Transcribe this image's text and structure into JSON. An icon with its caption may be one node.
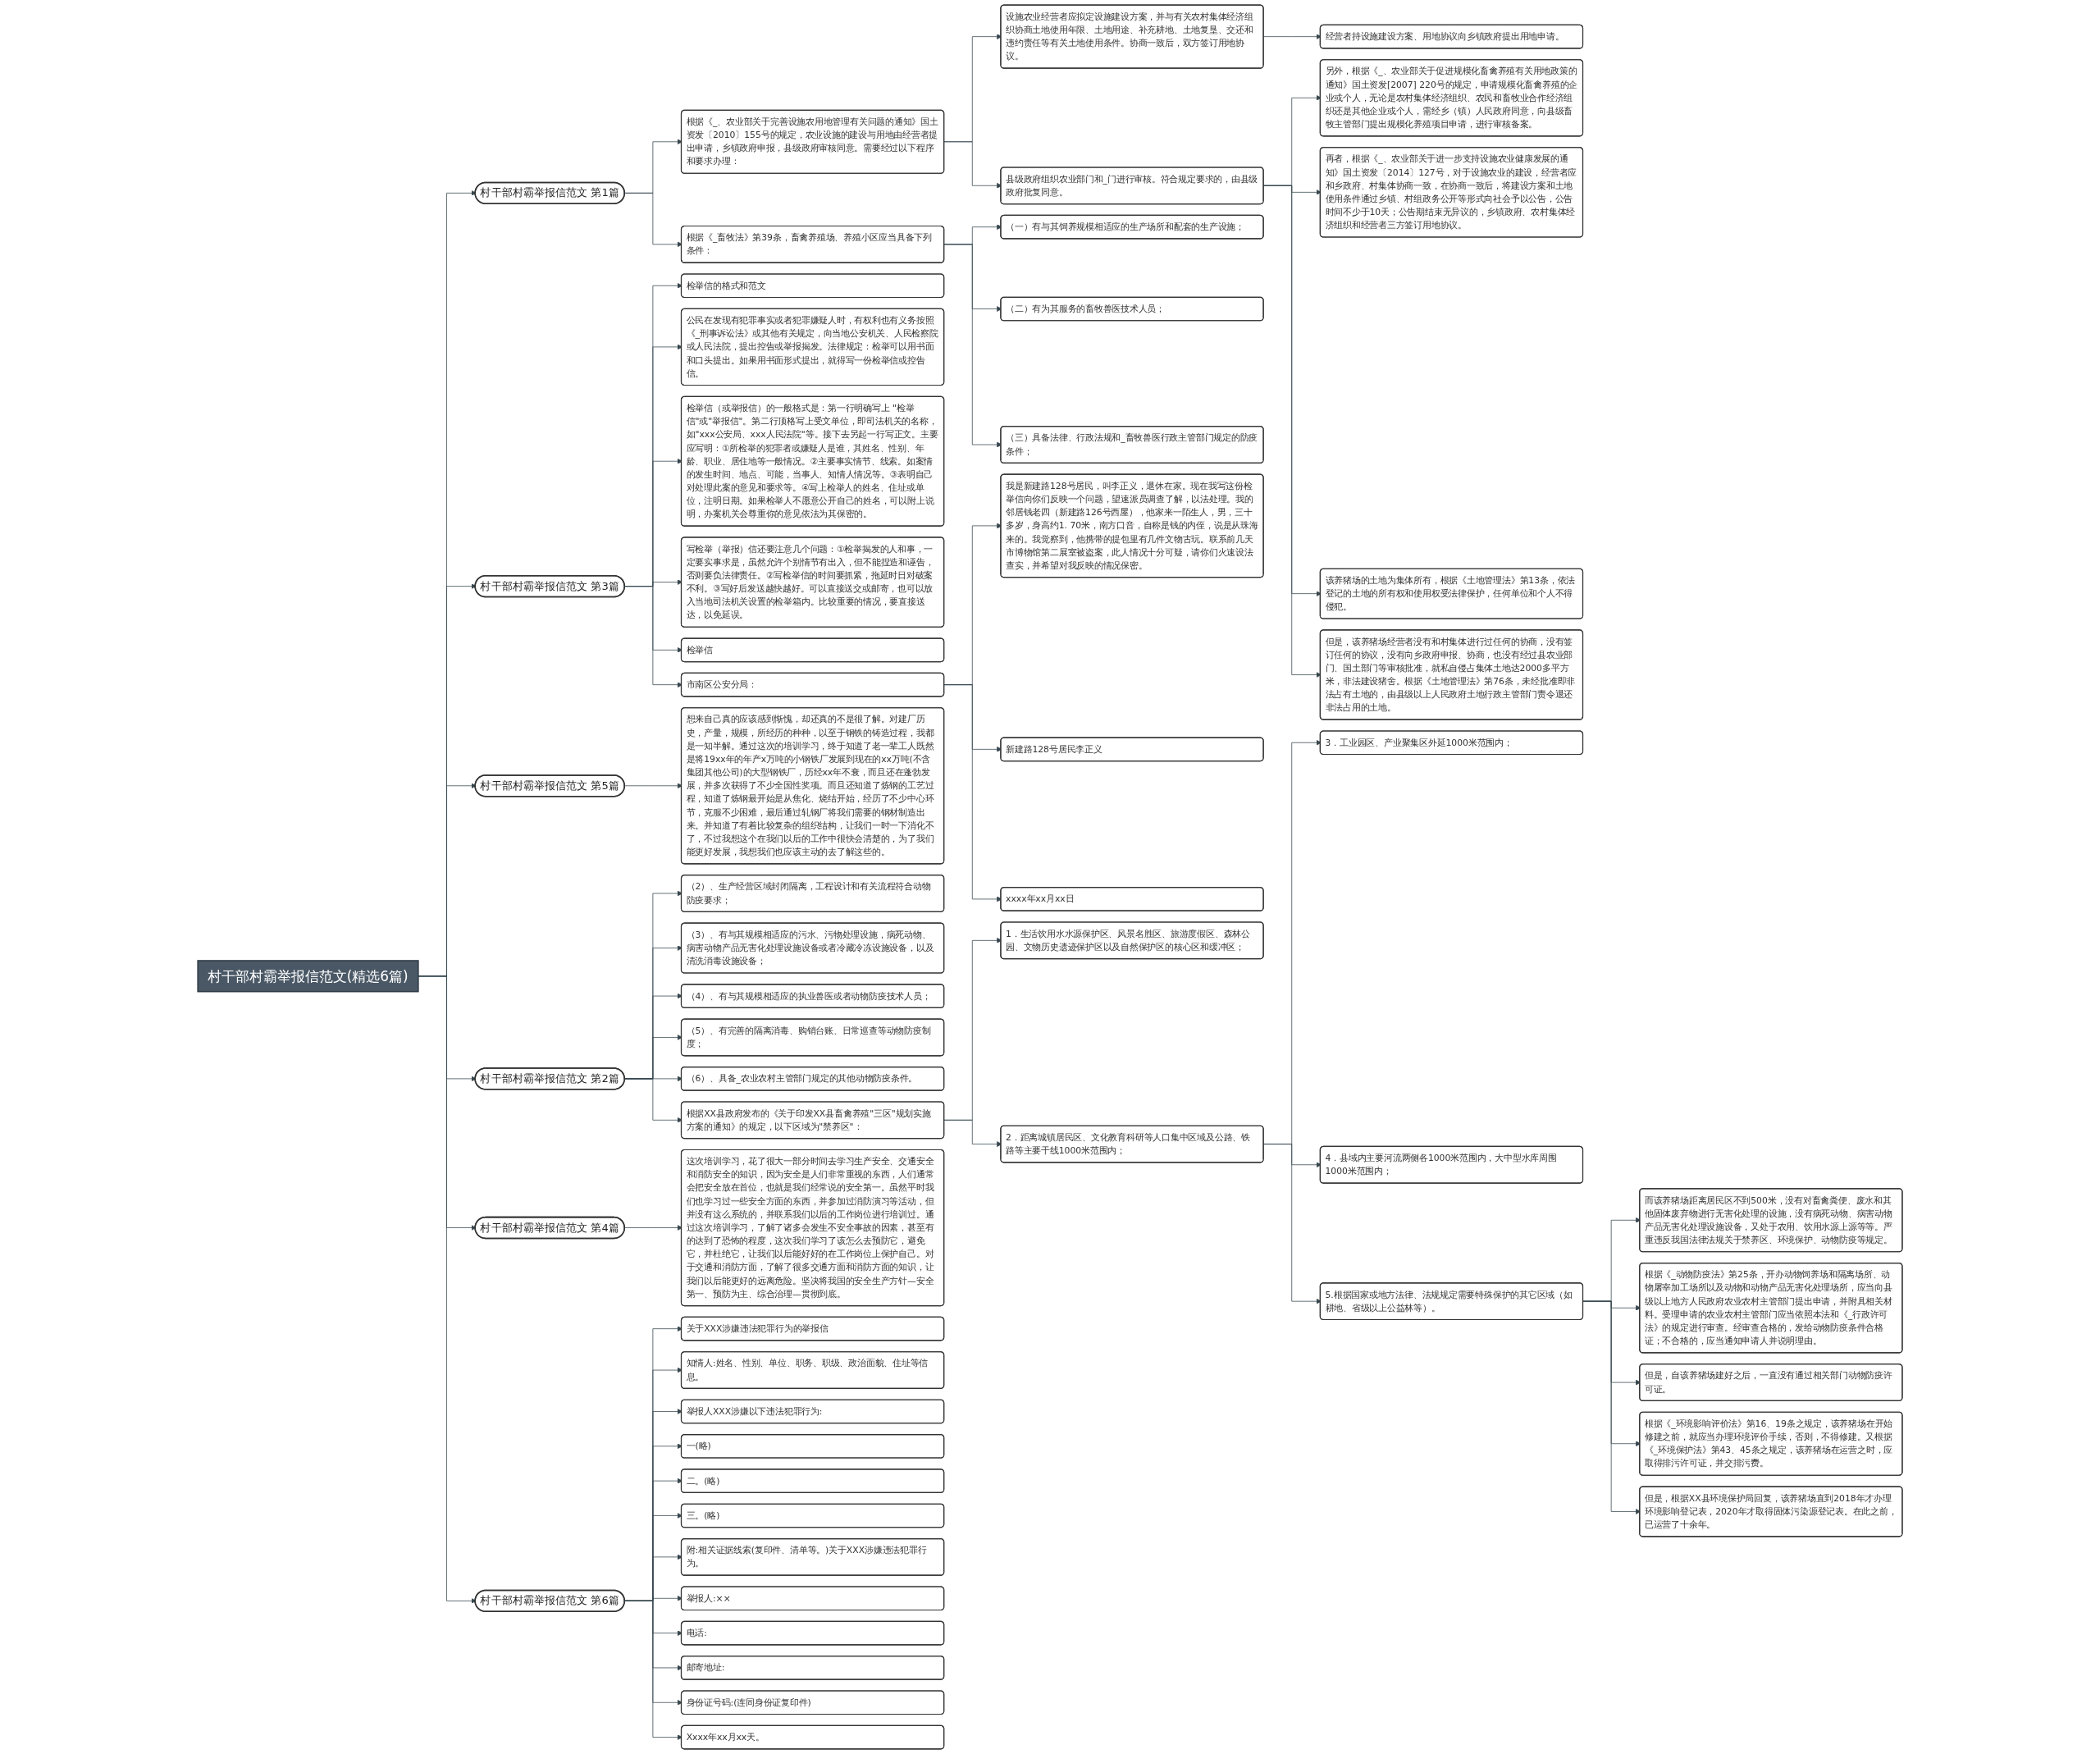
{
  "diagram": {
    "nodes": [
      {
        "text": [
          "村干部村霸举报信范文(精选6篇)"
        ]
      },
      {
        "text": [
          "村干部村霸举报信范文 第1篇"
        ]
      },
      {
        "text": [
          "根据《_、农业部关于完善设施农用地管理有关问题的通知》国土资发〔2010〕155号的规定，农业设施的建设与用地由经营者提出申请，乡镇政府申报，县级政府审核同意。需要经过以下程序和要求办理："
        ]
      },
      {
        "text": [
          "设施农业经营者应拟定设施建设方案，并与有关农村集体经济组织协商土地使用年限、土地用途、补充耕地、土地复垦、交还和违约责任等有关土地使用条件。协商一致后，双方签订用地协议。"
        ]
      },
      {
        "text": [
          "经营者持设施建设方案、用地协议向乡镇政府提出用地申请。"
        ]
      },
      {
        "text": [
          "县级政府组织农业部门和_门进行审核。符合规定要求的，由县级政府批复同意。"
        ]
      },
      {
        "text": [
          "另外，根据《_、农业部关于促进规模化畜禽养殖有关用地政策的通知》国土资发[2007] 220号的规定，申请规模化畜禽养殖的企业或个人，无论是农村集体经济组织、农民和畜牧业合作经济组织还是其他企业或个人，需经乡（镇）人民政府同意，向县级畜牧主管部门提出规模化养殖项目申请，进行审核备案。"
        ]
      },
      {
        "text": [
          "再者，根据《_、农业部关于进一步支持设施农业健康发展的通知》国土资发〔2014〕127号，对于设施农业的建设，经营者应和乡政府、村集体协商一致，在协商一致后，将建设方案和土地使用条件通过乡镇、村组政务公开等形式向社会予以公告，公告时间不少于10天；公告期结束无异议的，乡镇政府、农村集体经济组织和经营者三方签订用地协议。"
        ]
      },
      {
        "text": [
          "该养猪场的土地为集体所有，根据《土地管理法》第13条，依法登记的土地的所有权和使用权受法律保护，任何单位和个人不得侵犯。"
        ]
      },
      {
        "text": [
          "但是，该养猪场经营者没有和村集体进行过任何的协商，没有签订任何的协议，没有向乡政府申报、协商，也没有经过县农业部门、国土部门等审核批准，就私自侵占集体土地达2000多平方米，非法建设猪舍。根据《土地管理法》第76条，未经批准即非法占有土地的，由县级以上人民政府土地行政主管部门责令退还非法占用的土地。"
        ]
      },
      {
        "text": [
          "根据《_畜牧法》第39条，畜禽养殖场、养殖小区应当具备下列条件："
        ]
      },
      {
        "text": [
          "（一）有与其饲养规模相适应的生产场所和配套的生产设施；"
        ]
      },
      {
        "text": [
          "（二）有为其服务的畜牧兽医技术人员；"
        ]
      },
      {
        "text": [
          "（三）具备法律、行政法规和_畜牧兽医行政主管部门规定的防疫条件；"
        ]
      },
      {
        "text": [
          "村干部村霸举报信范文 第3篇"
        ]
      },
      {
        "text": [
          "检举信的格式和范文"
        ]
      },
      {
        "text": [
          "公民在发现有犯罪事实或者犯罪嫌疑人时，有权利也有义务按照《_刑事诉讼法》或其他有关规定，向当地公安机关、人民检察院或人民法院，提出控告或举报揭发。法律规定：检举可以用书面和口头提出。如果用书面形式提出，就得写一份检举信或控告信。"
        ]
      },
      {
        "text": [
          "检举信（或举报信）的一般格式是：第一行明确写上 \"检举信\"或\"举报信\"。第二行顶格写上受文单位，即司法机关的名称，如\"xxx公安局、xxx人民法院\"等。接下去另起一行写正文。主要应写明：①所检举的犯罪者或嫌疑人是谁，其姓名、性别、年龄、职业、居住地等一般情况。②主要事实情节、线索。如案情的发生时间、地点、可能，当事人、知情人情况等。③表明自己对处理此案的意见和要求等。④写上检举人的姓名、住址或单位，注明日期。如果检举人不愿意公开自己的姓名，可以附上说明，办案机关会尊重你的意见依法为其保密的。"
        ]
      },
      {
        "text": [
          "写检举（举报）信还要注意几个问题：①检举揭发的人和事，一定要实事求是，虽然允许个别情节有出入，但不能捏造和诬告，否则要负法律责任。②写检举信的时间要抓紧，拖延时日对破案不利。③写好后发送越快越好。可以直接送交或邮寄，也可以放入当地司法机关设置的检举箱内。比较重要的情况，要直接送达，以免延误。"
        ]
      },
      {
        "text": [
          "检举信"
        ]
      },
      {
        "text": [
          "市南区公安分局："
        ]
      },
      {
        "text": [
          "我是新建路128号居民，叫李正义，退休在家。现在我写这份检举信向你们反映一个问题，望速派员调查了解，以法处理。我的邻居钱老四（新建路126号西屋），他家来一陌生人，男，三十多岁，身高约1. 70米，南方口音，自称是钱的内侄，说是从珠海来的。我觉察到，他携带的提包里有几件文物古玩。联系前几天市博物馆第二展室被盗案，此人情况十分可疑，请你们火速设法查实，并希望对我反映的情况保密。"
        ]
      },
      {
        "text": [
          "新建路128号居民李正义"
        ]
      },
      {
        "text": [
          "xxxx年xx月xx日"
        ]
      },
      {
        "text": [
          "村干部村霸举报信范文 第5篇"
        ]
      },
      {
        "text": [
          "想来自己真的应该感到惭愧，却还真的不是很了解。对建厂历史，产量，规模，所经历的种种，以至于钢铁的铸造过程，我都是一知半解。通过这次的培训学习，终于知道了老一辈工人既然是将19xx年的年产x万吨的小钢铁厂发展到现在的xx万吨(不含集团其他公司)的大型钢铁厂，历经xx年不衰，而且还在蓬勃发展，并多次获得了不少全国性奖项。而且还知道了炼钢的工艺过程，知道了炼钢最开始是从焦化、烧结开始，经历了不少中心环节，克服不少困难，最后通过轧钢厂将我们需要的钢材制造出来。并知道了有着比较复杂的组织结构，让我们一时一下消化不了，不过我想这个在我们以后的工作中很快会清楚的，为了我们能更好发展，我想我们也应该主动的去了解这些的。"
        ]
      },
      {
        "text": [
          "村干部村霸举报信范文 第2篇"
        ]
      },
      {
        "text": [
          "（2）、生产经营区域封闭隔离，工程设计和有关流程符合动物防疫要求；"
        ]
      },
      {
        "text": [
          "（3）、有与其规模相适应的污水、污物处理设施，病死动物、病害动物产品无害化处理设施设备或者冷藏冷冻设施设备，以及清洗消毒设施设备；"
        ]
      },
      {
        "text": [
          "（4）、有与其规模相适应的执业兽医或者动物防疫技术人员；"
        ]
      },
      {
        "text": [
          "（5）、有完善的隔离消毒、购销台账、日常巡查等动物防疫制度；"
        ]
      },
      {
        "text": [
          "（6）、具备_农业农村主管部门规定的其他动物防疫条件。"
        ]
      },
      {
        "text": [
          "根据XX县政府发布的《关于印发XX县畜禽养殖\"三区\"规划实施方案的通知》的规定，以下区域为\"禁养区\"："
        ]
      },
      {
        "text": [
          "1．生活饮用水水源保护区、风景名胜区、旅游度假区、森林公园、文物历史遗迹保护区以及自然保护区的核心区和缓冲区；"
        ]
      },
      {
        "text": [
          "2．距离城镇居民区、文化教育科研等人口集中区域及公路、铁路等主要干线1000米范围内；"
        ]
      },
      {
        "text": [
          "3．工业园区、产业聚集区外延1000米范围内；"
        ]
      },
      {
        "text": [
          "4．县域内主要河流两侧各1000米范围内，大中型水库周围1000米范围内；"
        ]
      },
      {
        "text": [
          "5.根据国家或地方法律、法规规定需要特殊保护的其它区域（如耕地、省级以上公益林等）。"
        ]
      },
      {
        "text": [
          "而该养猪场距离居民区不到500米，没有对畜禽粪便、废水和其他固体废弃物进行无害化处理的设施，没有病死动物、病害动物产品无害化处理设施设备，又处于农用、饮用水源上源等等。严重违反我国法律法规关于禁养区、环境保护、动物防疫等规定。"
        ]
      },
      {
        "text": [
          "根据《_动物防疫法》第25条，开办动物饲养场和隔离场所、动物屠宰加工场所以及动物和动物产品无害化处理场所，应当向县级以上地方人民政府农业农村主管部门提出申请，并附具相关材料。受理申请的农业农村主管部门应当依照本法和《_行政许可法》的规定进行审查。经审查合格的，发给动物防疫条件合格证；不合格的，应当通知申请人并说明理由。"
        ]
      },
      {
        "text": [
          "但是，自该养猪场建好之后，一直没有通过相关部门动物防疫许可证。"
        ]
      },
      {
        "text": [
          "根据《_环境影响评价法》第16、19条之规定，该养猪场在开始修建之前，就应当办理环境评价手续，否则，不得修建。又根据《_环境保护法》第43、45条之规定，该养猪场在运营之时，应取得排污许可证，并交排污费。"
        ]
      },
      {
        "text": [
          "但是，根据XX县环境保护局回复，该养猪场直到2018年才办理环境影响登记表，2020年才取得固体污染源登记表。在此之前，已运营了十余年。"
        ]
      },
      {
        "text": [
          "村干部村霸举报信范文 第4篇"
        ]
      },
      {
        "text": [
          "这次培训学习，花了很大一部分时间去学习生产安全、交通安全和消防安全的知识，因为安全是人们非常重视的东西，人们通常会把安全放在首位，也就是我们经常说的安全第一。虽然平时我们也学习过一些安全方面的东西，并参加过消防演习等活动，但并没有这么系统的，并联系我们以后的工作岗位进行培训过。通过这次培训学习，了解了诸多会发生不安全事故的因素，甚至有的达到了恐怖的程度，这次我们学习了该怎么去预防它，避免它，并杜绝它，让我们以后能好好的在工作岗位上保护自己。对于交通和消防方面，了解了很多交通方面和消防方面的知识，让我们以后能更好的远离危险。坚决将我国的安全生产方针—安全第一、预防为主、综合治理—贯彻到底。"
        ]
      },
      {
        "text": [
          "村干部村霸举报信范文 第6篇"
        ]
      },
      {
        "text": [
          "关于XXX涉嫌违法犯罪行为的举报信"
        ]
      },
      {
        "text": [
          "知情人:姓名、性别、单位、职务、职级、政治面貌、住址等信息。"
        ]
      },
      {
        "text": [
          "举报人XXX涉嫌以下违法犯罪行为:"
        ]
      },
      {
        "text": [
          "一(略)"
        ]
      },
      {
        "text": [
          "二。(略)"
        ]
      },
      {
        "text": [
          "三。(略)"
        ]
      },
      {
        "text": [
          "附:相关证据线索(复印件、清单等。)关于XXX涉嫌违法犯罪行为。"
        ]
      },
      {
        "text": [
          "举报人:××"
        ]
      },
      {
        "text": [
          "电话:"
        ]
      },
      {
        "text": [
          "邮寄地址:"
        ]
      },
      {
        "text": [
          "身份证号码:(连同身份证复印件)"
        ]
      },
      {
        "text": [
          "Xxxx年xx月xx天。"
        ]
      }
    ],
    "edges": [
      {
        "from": 0,
        "to": 1,
        "arrow": "to"
      },
      {
        "from": 1,
        "to": 2,
        "arrow": "to"
      },
      {
        "from": 2,
        "to": 3,
        "arrow": "to"
      },
      {
        "from": 3,
        "to": 4,
        "arrow": "to"
      },
      {
        "from": 2,
        "to": 5,
        "arrow": "to"
      },
      {
        "from": 5,
        "to": 6,
        "arrow": "to"
      },
      {
        "from": 5,
        "to": 7,
        "arrow": "to"
      },
      {
        "from": 5,
        "to": 8,
        "arrow": "to"
      },
      {
        "from": 5,
        "to": 9,
        "arrow": "to"
      },
      {
        "from": 1,
        "to": 10,
        "arrow": "to"
      },
      {
        "from": 10,
        "to": 11,
        "arrow": "to"
      },
      {
        "from": 10,
        "to": 12,
        "arrow": "to"
      },
      {
        "from": 10,
        "to": 13,
        "arrow": "to"
      },
      {
        "from": 0,
        "to": 14,
        "arrow": "to"
      },
      {
        "from": 14,
        "to": 15,
        "arrow": "to"
      },
      {
        "from": 14,
        "to": 16,
        "arrow": "to"
      },
      {
        "from": 14,
        "to": 17,
        "arrow": "to"
      },
      {
        "from": 14,
        "to": 18,
        "arrow": "to"
      },
      {
        "from": 14,
        "to": 19,
        "arrow": "to"
      },
      {
        "from": 14,
        "to": 20,
        "arrow": "to"
      },
      {
        "from": 20,
        "to": 21,
        "arrow": "to"
      },
      {
        "from": 20,
        "to": 22,
        "arrow": "to"
      },
      {
        "from": 20,
        "to": 23,
        "arrow": "to"
      },
      {
        "from": 0,
        "to": 24,
        "arrow": "to"
      },
      {
        "from": 24,
        "to": 25,
        "arrow": "to"
      },
      {
        "from": 0,
        "to": 26,
        "arrow": "to"
      },
      {
        "from": 26,
        "to": 27,
        "arrow": "to"
      },
      {
        "from": 26,
        "to": 28,
        "arrow": "to"
      },
      {
        "from": 26,
        "to": 29,
        "arrow": "to"
      },
      {
        "from": 26,
        "to": 30,
        "arrow": "to"
      },
      {
        "from": 26,
        "to": 31,
        "arrow": "to"
      },
      {
        "from": 26,
        "to": 32,
        "arrow": "to"
      },
      {
        "from": 32,
        "to": 33,
        "arrow": "to"
      },
      {
        "from": 32,
        "to": 34,
        "arrow": "to"
      },
      {
        "from": 34,
        "to": 35,
        "arrow": "to"
      },
      {
        "from": 34,
        "to": 36,
        "arrow": "to"
      },
      {
        "from": 34,
        "to": 37,
        "arrow": "to"
      },
      {
        "from": 37,
        "to": 38,
        "arrow": "to"
      },
      {
        "from": 37,
        "to": 39,
        "arrow": "to"
      },
      {
        "from": 37,
        "to": 40,
        "arrow": "to"
      },
      {
        "from": 37,
        "to": 41,
        "arrow": "to"
      },
      {
        "from": 37,
        "to": 42,
        "arrow": "to"
      },
      {
        "from": 0,
        "to": 43,
        "arrow": "to"
      },
      {
        "from": 43,
        "to": 44,
        "arrow": "to"
      },
      {
        "from": 0,
        "to": 45,
        "arrow": "to"
      },
      {
        "from": 45,
        "to": 46,
        "arrow": "to"
      },
      {
        "from": 45,
        "to": 47,
        "arrow": "to"
      },
      {
        "from": 45,
        "to": 48,
        "arrow": "to"
      },
      {
        "from": 45,
        "to": 49,
        "arrow": "to"
      },
      {
        "from": 45,
        "to": 50,
        "arrow": "to"
      },
      {
        "from": 45,
        "to": 51,
        "arrow": "to"
      },
      {
        "from": 45,
        "to": 52,
        "arrow": "to"
      },
      {
        "from": 45,
        "to": 53,
        "arrow": "to"
      },
      {
        "from": 45,
        "to": 54,
        "arrow": "to"
      },
      {
        "from": 45,
        "to": 55,
        "arrow": "to"
      },
      {
        "from": 45,
        "to": 56,
        "arrow": "to"
      },
      {
        "from": 45,
        "to": 57,
        "arrow": "to"
      }
    ]
  }
}
